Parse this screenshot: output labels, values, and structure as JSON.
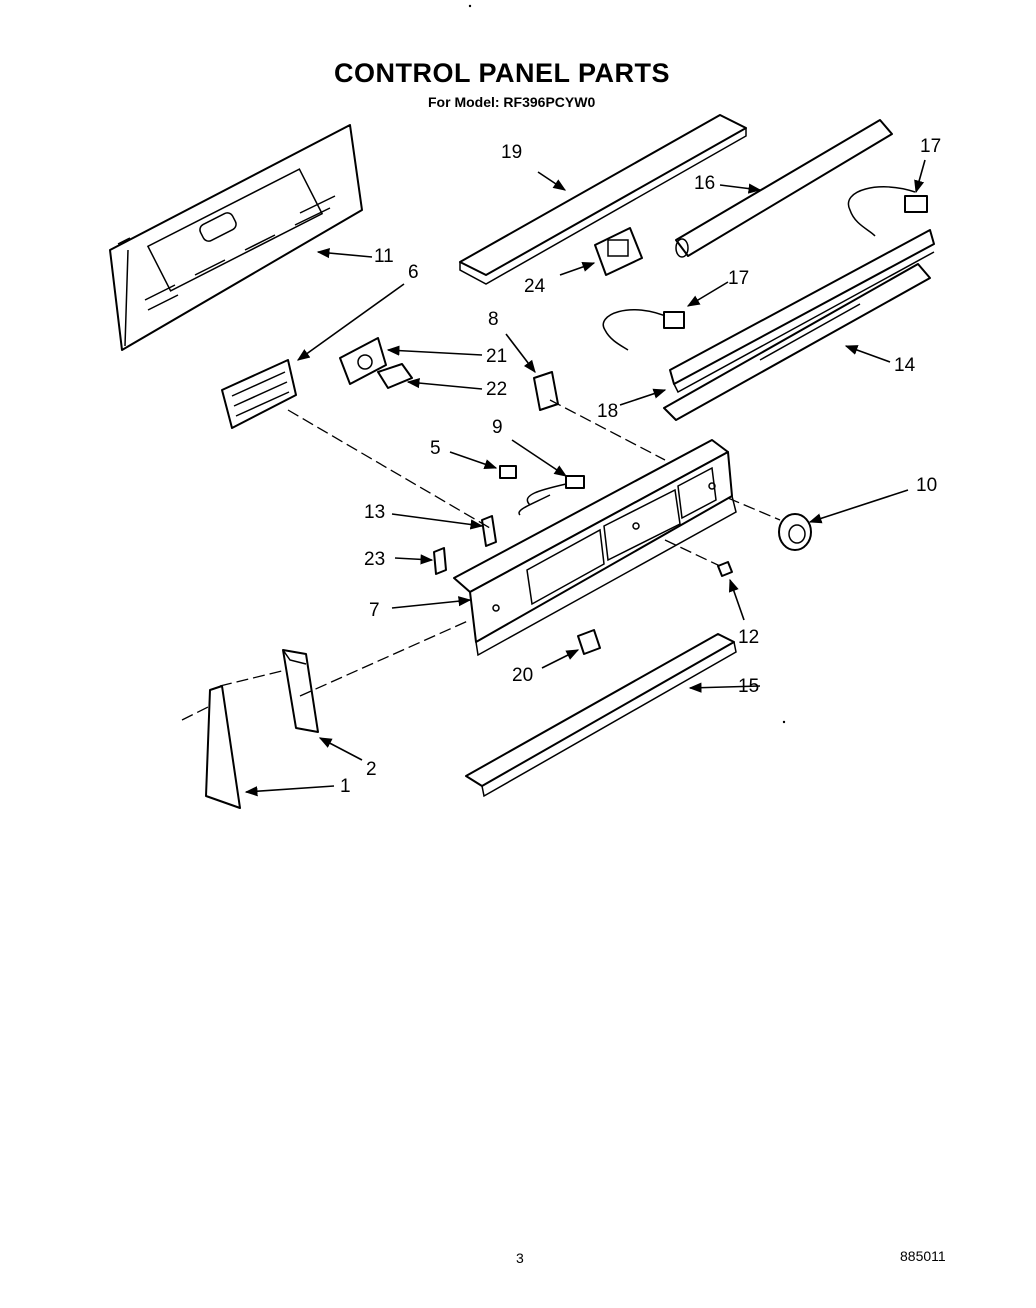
{
  "header": {
    "title": "CONTROL PANEL PARTS",
    "subtitle": "For Model: RF396PCYW0"
  },
  "footer": {
    "page_number": "3",
    "doc_code": "885011"
  },
  "callouts": {
    "c1": "1",
    "c2": "2",
    "c5": "5",
    "c6": "6",
    "c7": "7",
    "c8": "8",
    "c9": "9",
    "c10": "10",
    "c11": "11",
    "c12": "12",
    "c13": "13",
    "c14": "14",
    "c15": "15",
    "c16": "16",
    "c17a": "17",
    "c17b": "17",
    "c18": "18",
    "c19": "19",
    "c20": "20",
    "c21": "21",
    "c22": "22",
    "c23": "23",
    "c24": "24"
  }
}
